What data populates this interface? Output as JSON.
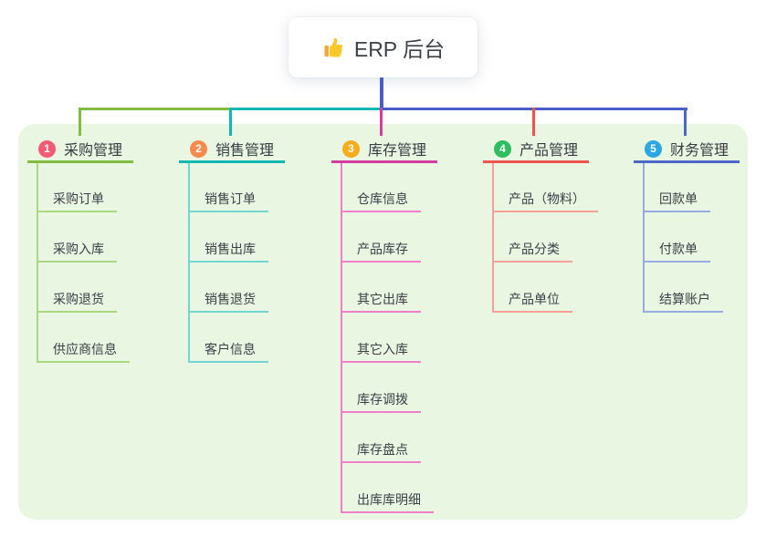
{
  "root": {
    "label": "ERP 后台",
    "icon": "thumbs-up",
    "stem_color": "#4A5EC6",
    "box_color": "#FFFFFF"
  },
  "panel": {
    "background": "#E9F6E2"
  },
  "branches": [
    {
      "index": "1",
      "label": "采购管理",
      "colors": {
        "badge": "#F25B76",
        "main": "#82BC41",
        "light": "#A9D87E"
      },
      "children": [
        "采购订单",
        "采购入库",
        "采购退货",
        "供应商信息"
      ]
    },
    {
      "index": "2",
      "label": "销售管理",
      "colors": {
        "badge": "#FA8A4B",
        "main": "#13B7B1",
        "light": "#74D6D0"
      },
      "children": [
        "销售订单",
        "销售出库",
        "销售退货",
        "客户信息"
      ]
    },
    {
      "index": "3",
      "label": "库存管理",
      "colors": {
        "badge": "#F6AC1C",
        "main": "#D13C9E",
        "light": "#EF7FC6"
      },
      "children": [
        "仓库信息",
        "产品库存",
        "其它出库",
        "其它入库",
        "库存调拨",
        "库存盘点",
        "出库库明细"
      ]
    },
    {
      "index": "4",
      "label": "产品管理",
      "colors": {
        "badge": "#2EBD60",
        "main": "#F0544E",
        "light": "#F7A09A"
      },
      "children": [
        "产品（物料）",
        "产品分类",
        "产品单位"
      ]
    },
    {
      "index": "5",
      "label": "财务管理",
      "colors": {
        "badge": "#2BA7E4",
        "main": "#4A66C6",
        "light": "#97ABE2"
      },
      "children": [
        "回款单",
        "付款单",
        "结算账户"
      ]
    }
  ]
}
